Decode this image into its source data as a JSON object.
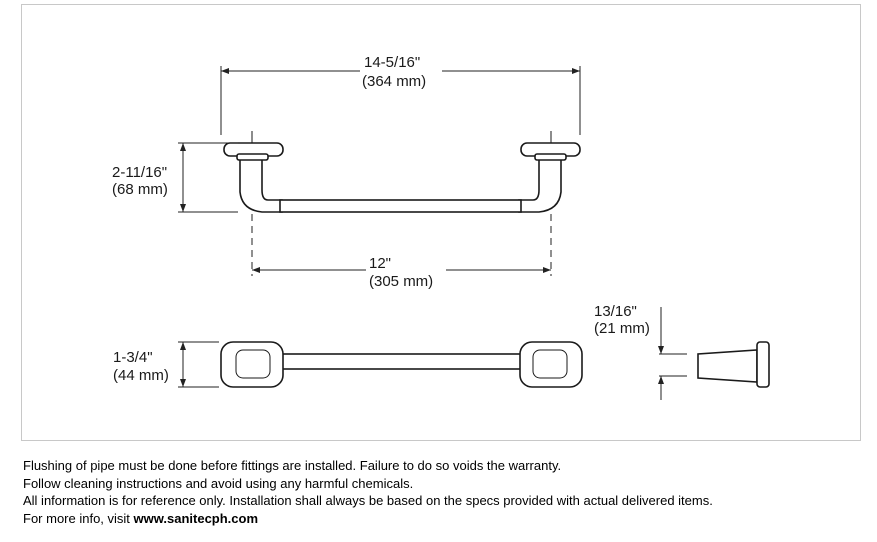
{
  "dimensions": {
    "overall_length": {
      "imperial": "14-5/16\"",
      "metric": "(364 mm)"
    },
    "projection": {
      "imperial": "2-11/16\"",
      "metric": "(68 mm)"
    },
    "center_to_center": {
      "imperial": "12\"",
      "metric": "(305 mm)"
    },
    "post_height": {
      "imperial": "1-3/4\"",
      "metric": "(44 mm)"
    },
    "flange_thickness": {
      "imperial": "13/16\"",
      "metric": "(21 mm)"
    }
  },
  "notes": {
    "line1": "Flushing of pipe must be done before fittings are installed. Failure to do so voids the warranty.",
    "line2": "Follow cleaning instructions and avoid using any harmful chemicals.",
    "line3": "All information is for reference only. Installation shall always be based on the specs provided with actual delivered items.",
    "line4_prefix": "For more info, visit ",
    "line4_link": "www.sanitecph.com"
  },
  "colors": {
    "line": "#1a1a1a",
    "frame": "#c8c8c8"
  }
}
